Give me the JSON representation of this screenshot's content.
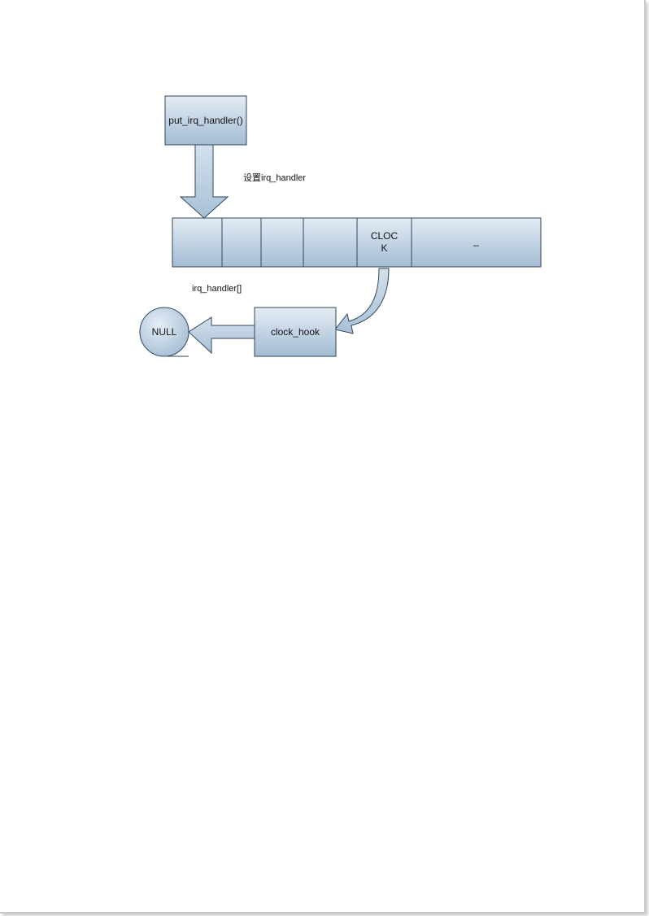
{
  "diagram": {
    "colors": {
      "box_fill_top": "#e4ecf4",
      "box_fill_bottom": "#a3bcd3",
      "box_stroke": "#31465d",
      "arrow_fill": "#b9cde0",
      "page_border": "#c9c9c9"
    },
    "nodes": {
      "put_irq_handler": "put_irq_handler()",
      "clock_hook": "clock_hook",
      "null": "NULL"
    },
    "array": {
      "cells": [
        "",
        "",
        "",
        "",
        "CLOC\nK",
        "_"
      ]
    },
    "labels": {
      "set_irq_handler": "设置irq_handler",
      "array_name": "irq_handler[]"
    }
  }
}
